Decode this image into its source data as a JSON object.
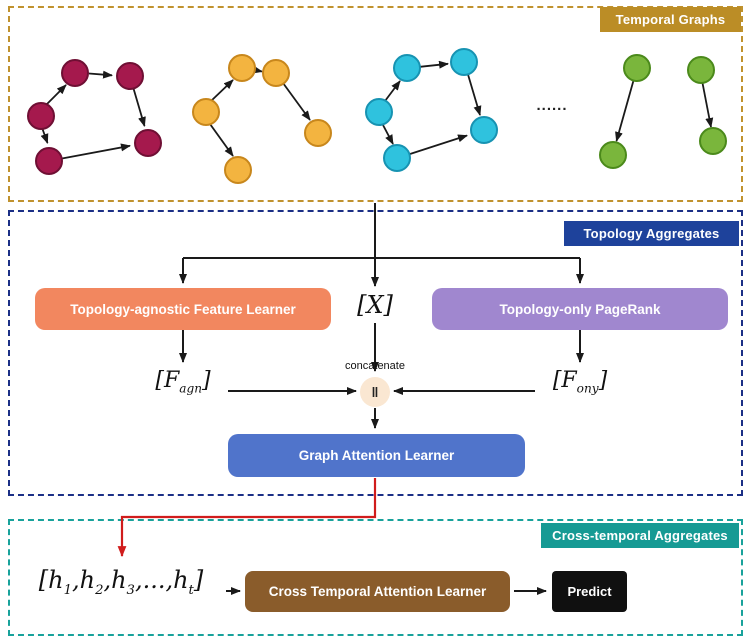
{
  "sections": {
    "temporal": {
      "label": "Temporal Graphs",
      "border_color": "#c0922e",
      "label_bg": "#bb8d26",
      "dots": "......"
    },
    "topology": {
      "label": "Topology Aggregates",
      "border_color": "#1b2f86",
      "label_bg": "#1e429b"
    },
    "cross": {
      "label": "Cross-temporal Aggregates",
      "border_color": "#18a29b",
      "label_bg": "#169a94"
    }
  },
  "graphs": {
    "g1": {
      "fill": "#a5194d",
      "stroke": "#6f0f34"
    },
    "g2": {
      "fill": "#f3b440",
      "stroke": "#c8871c"
    },
    "g3": {
      "fill": "#2fc2de",
      "stroke": "#1793b2"
    },
    "g4": {
      "fill": "#7ab63c",
      "stroke": "#4b8a1b"
    }
  },
  "boxes": {
    "feature_learner": {
      "label": "Topology-agnostic Feature Learner",
      "bg": "#f2875f"
    },
    "pagerank": {
      "label": "Topology-only PageRank",
      "bg": "#a087cf"
    },
    "gat": {
      "label": "Graph Attention Learner",
      "bg": "#5074cb"
    },
    "cross_attention": {
      "label": "Cross Temporal Attention Learner",
      "bg": "#8a5c2b"
    },
    "predict": {
      "label": "Predict",
      "bg": "#101010"
    }
  },
  "math": {
    "x": "[X]",
    "f_agn": {
      "pre": "[F",
      "sub": "agn",
      "post": "]"
    },
    "f_ony": {
      "pre": "[F",
      "sub": "ony",
      "post": "]"
    },
    "h_seq": {
      "p1": "[h",
      "s1": "1",
      "p2": ",h",
      "s2": "2",
      "p3": ",h",
      "s3": "3",
      "p4": ",...,h",
      "s4": "t",
      "p5": "]"
    }
  },
  "concat": {
    "label": "concatenate",
    "symbol": "‖"
  },
  "arrow_colors": {
    "default": "#1a1a1a",
    "highlight": "#d01c1c"
  }
}
